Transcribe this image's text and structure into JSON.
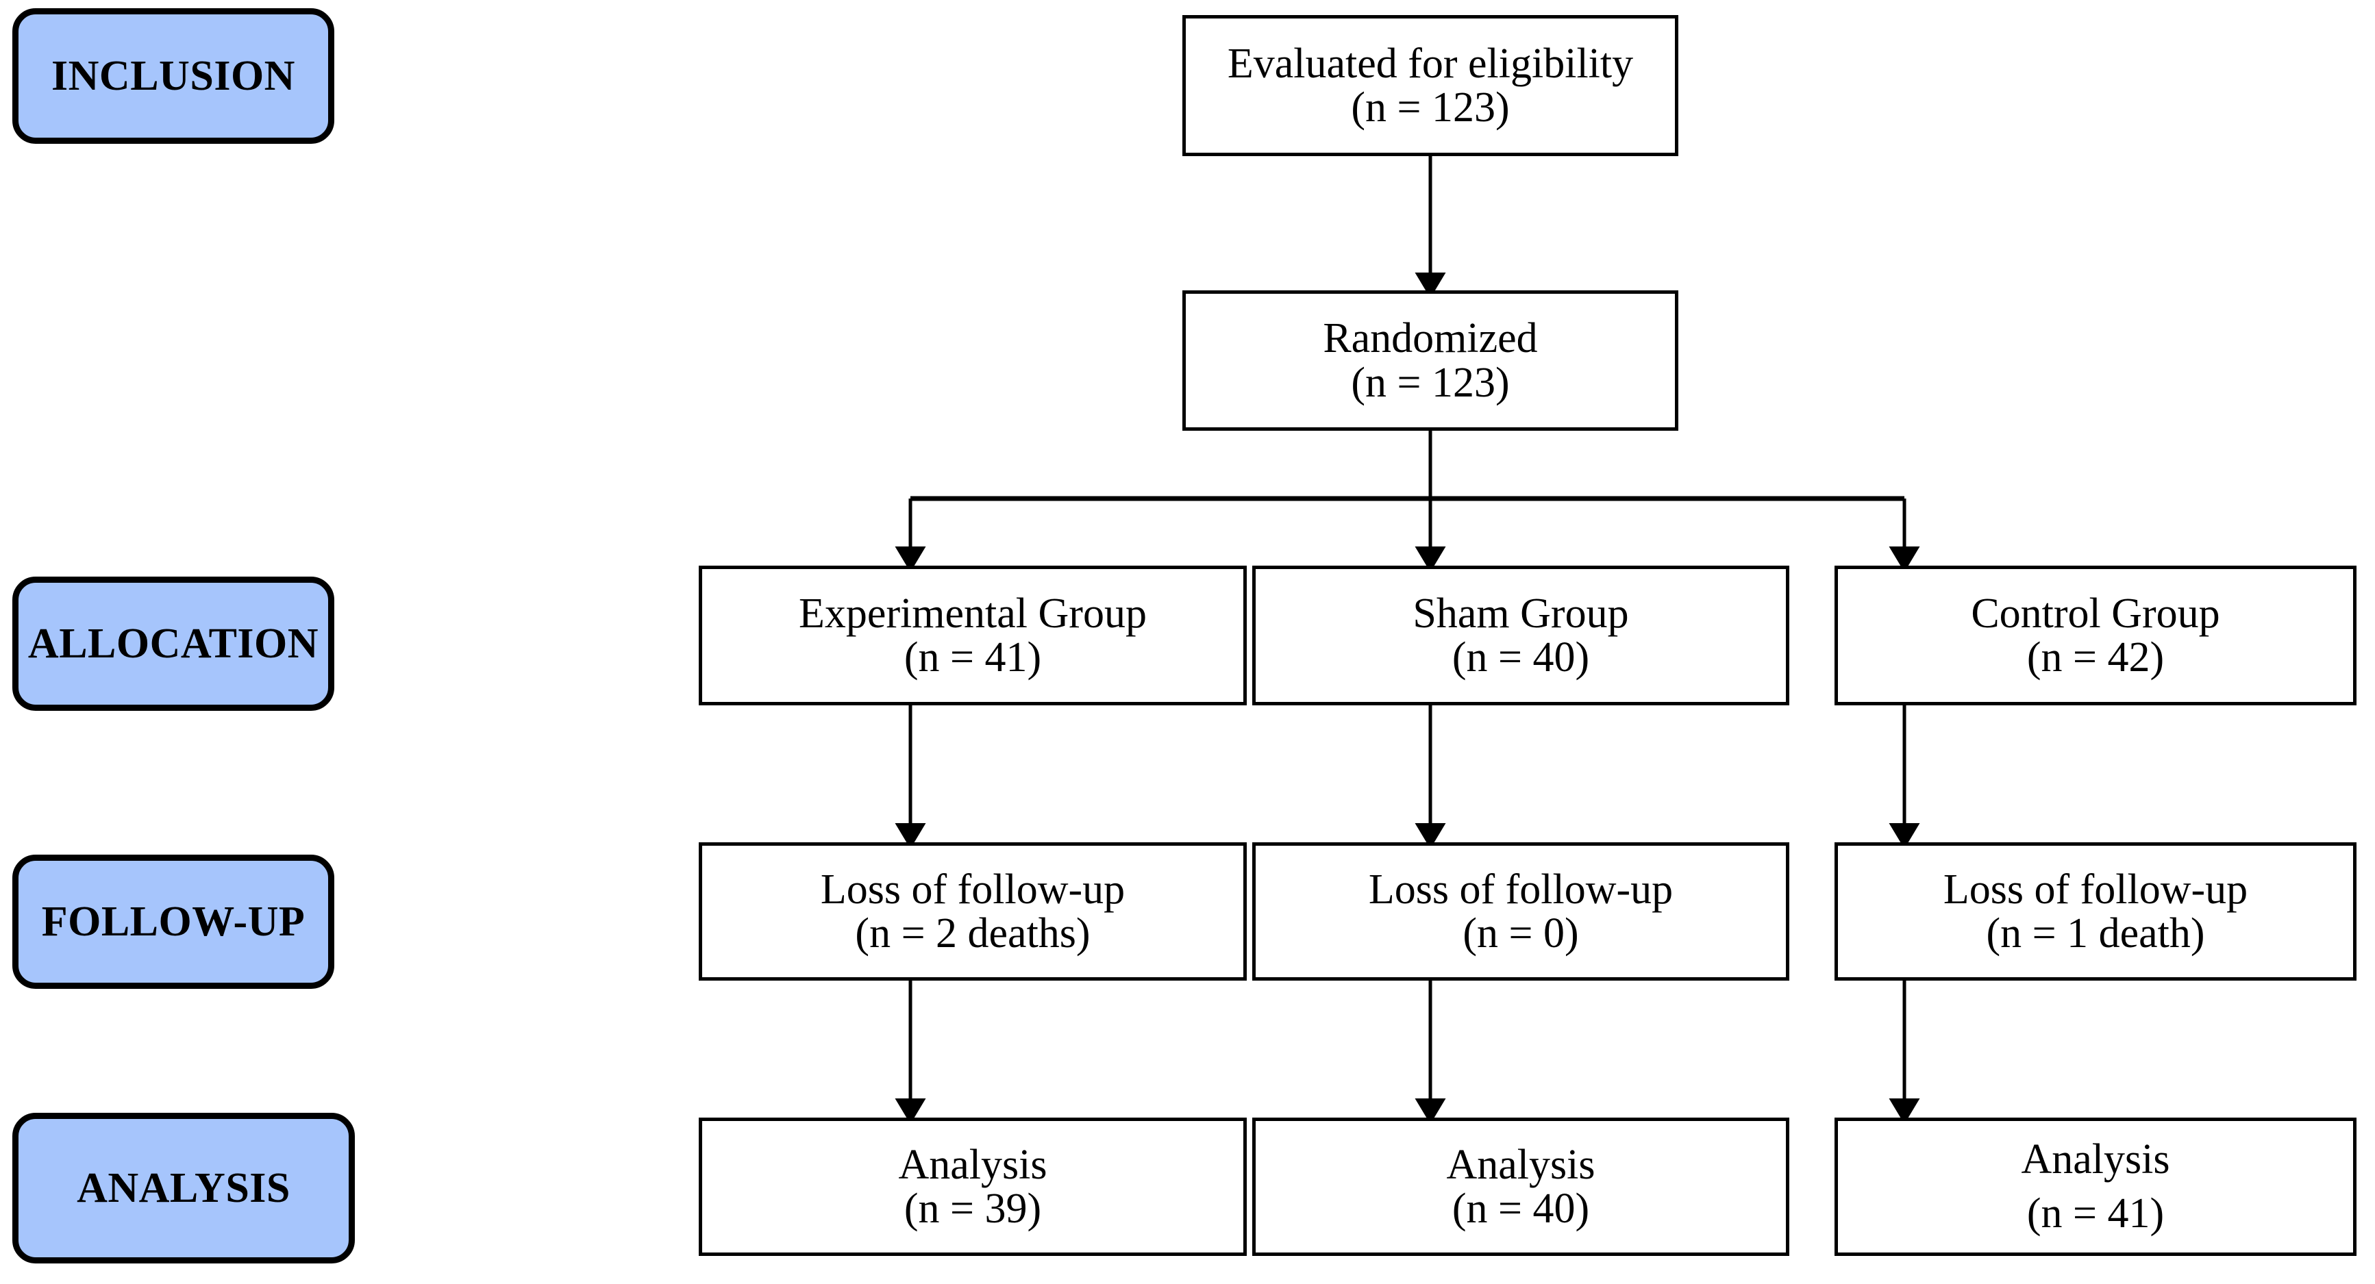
{
  "diagram": {
    "title": "CONSORT participant flow diagram",
    "colors": {
      "label_fill": "#a6c5fc",
      "label_border": "#000000",
      "box_fill": "#ffffff",
      "box_border": "#000000",
      "text": "#000000",
      "background": "#ffffff"
    }
  },
  "stage_labels": [
    {
      "id": "inclusion",
      "text": "INCLUSION"
    },
    {
      "id": "allocation",
      "text": "ALLOCATION"
    },
    {
      "id": "followup",
      "text": "FOLLOW-UP"
    },
    {
      "id": "analysis",
      "text": "ANALYSIS"
    }
  ],
  "inclusion_row": {
    "eligibility": {
      "line1": "Evaluated for eligibility",
      "line2": "(n = 123)"
    },
    "randomized": {
      "line1": "Randomized",
      "line2": "(n = 123)"
    }
  },
  "allocation_row": [
    {
      "id": "experimental",
      "line1": "Experimental Group",
      "line2": "(n = 41)"
    },
    {
      "id": "sham",
      "line1": "Sham Group",
      "line2": "(n = 40)"
    },
    {
      "id": "control",
      "line1": "Control Group",
      "line2": "(n = 42)"
    }
  ],
  "followup_row": [
    {
      "id": "experimental",
      "line1": "Loss of follow-up",
      "line2": "(n = 2 deaths)"
    },
    {
      "id": "sham",
      "line1": "Loss of follow-up",
      "line2": "(n = 0)"
    },
    {
      "id": "control",
      "line1": "Loss of follow-up",
      "line2": "(n = 1 death)"
    }
  ],
  "analysis_row": [
    {
      "id": "experimental",
      "line1": "Analysis",
      "line2": "(n = 39)"
    },
    {
      "id": "sham",
      "line1": "Analysis",
      "line2": "(n = 40)"
    },
    {
      "id": "control",
      "line1": "Analysis",
      "line2": "(n = 41)"
    }
  ],
  "chart_data": {
    "type": "diagram",
    "title": "CONSORT flow diagram",
    "stages": [
      "INCLUSION",
      "ALLOCATION",
      "FOLLOW-UP",
      "ANALYSIS"
    ],
    "nodes": [
      {
        "stage": "INCLUSION",
        "label": "Evaluated for eligibility",
        "n": 123
      },
      {
        "stage": "INCLUSION",
        "label": "Randomized",
        "n": 123
      },
      {
        "stage": "ALLOCATION",
        "label": "Experimental Group",
        "n": 41
      },
      {
        "stage": "ALLOCATION",
        "label": "Sham Group",
        "n": 40
      },
      {
        "stage": "ALLOCATION",
        "label": "Control Group",
        "n": 42
      },
      {
        "stage": "FOLLOW-UP",
        "label": "Loss of follow-up (Experimental)",
        "n": 2,
        "note": "deaths"
      },
      {
        "stage": "FOLLOW-UP",
        "label": "Loss of follow-up (Sham)",
        "n": 0
      },
      {
        "stage": "FOLLOW-UP",
        "label": "Loss of follow-up (Control)",
        "n": 1,
        "note": "death"
      },
      {
        "stage": "ANALYSIS",
        "label": "Analysis (Experimental)",
        "n": 39
      },
      {
        "stage": "ANALYSIS",
        "label": "Analysis (Sham)",
        "n": 40
      },
      {
        "stage": "ANALYSIS",
        "label": "Analysis (Control)",
        "n": 41
      }
    ]
  }
}
